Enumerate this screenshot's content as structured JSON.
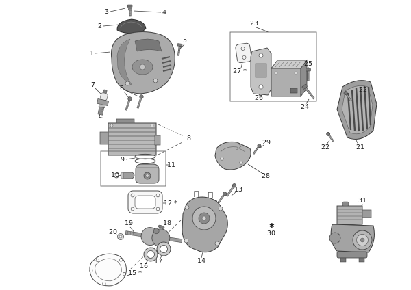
{
  "diagram": {
    "description": "Exploded engine parts diagram with numbered callouts",
    "callouts": {
      "c1": "1",
      "c2": "2",
      "c3": "3",
      "c4": "4",
      "c5": "5",
      "c6": "6",
      "c7": "7",
      "c8": "8",
      "c9": "9",
      "c10": "10",
      "c11": "11",
      "c12": "12 *",
      "c13": "13",
      "c14": "14",
      "c15": "15 *",
      "c16": "16",
      "c17": "17",
      "c18": "18",
      "c19": "19",
      "c20": "20",
      "c21": "21",
      "c22a": "22",
      "c22b": "22",
      "c23": "23",
      "c24": "24",
      "c25": "25",
      "c26": "26",
      "c27": "27 *",
      "c28": "28",
      "c29": "29",
      "c30": "30",
      "c30_mark": "✱",
      "c31": "31"
    },
    "colors": {
      "background": "#ffffff",
      "line": "#3f3f3f",
      "part_light": "#c9c9c9",
      "part_mid": "#a8a8a8",
      "part_dark": "#565656"
    }
  }
}
